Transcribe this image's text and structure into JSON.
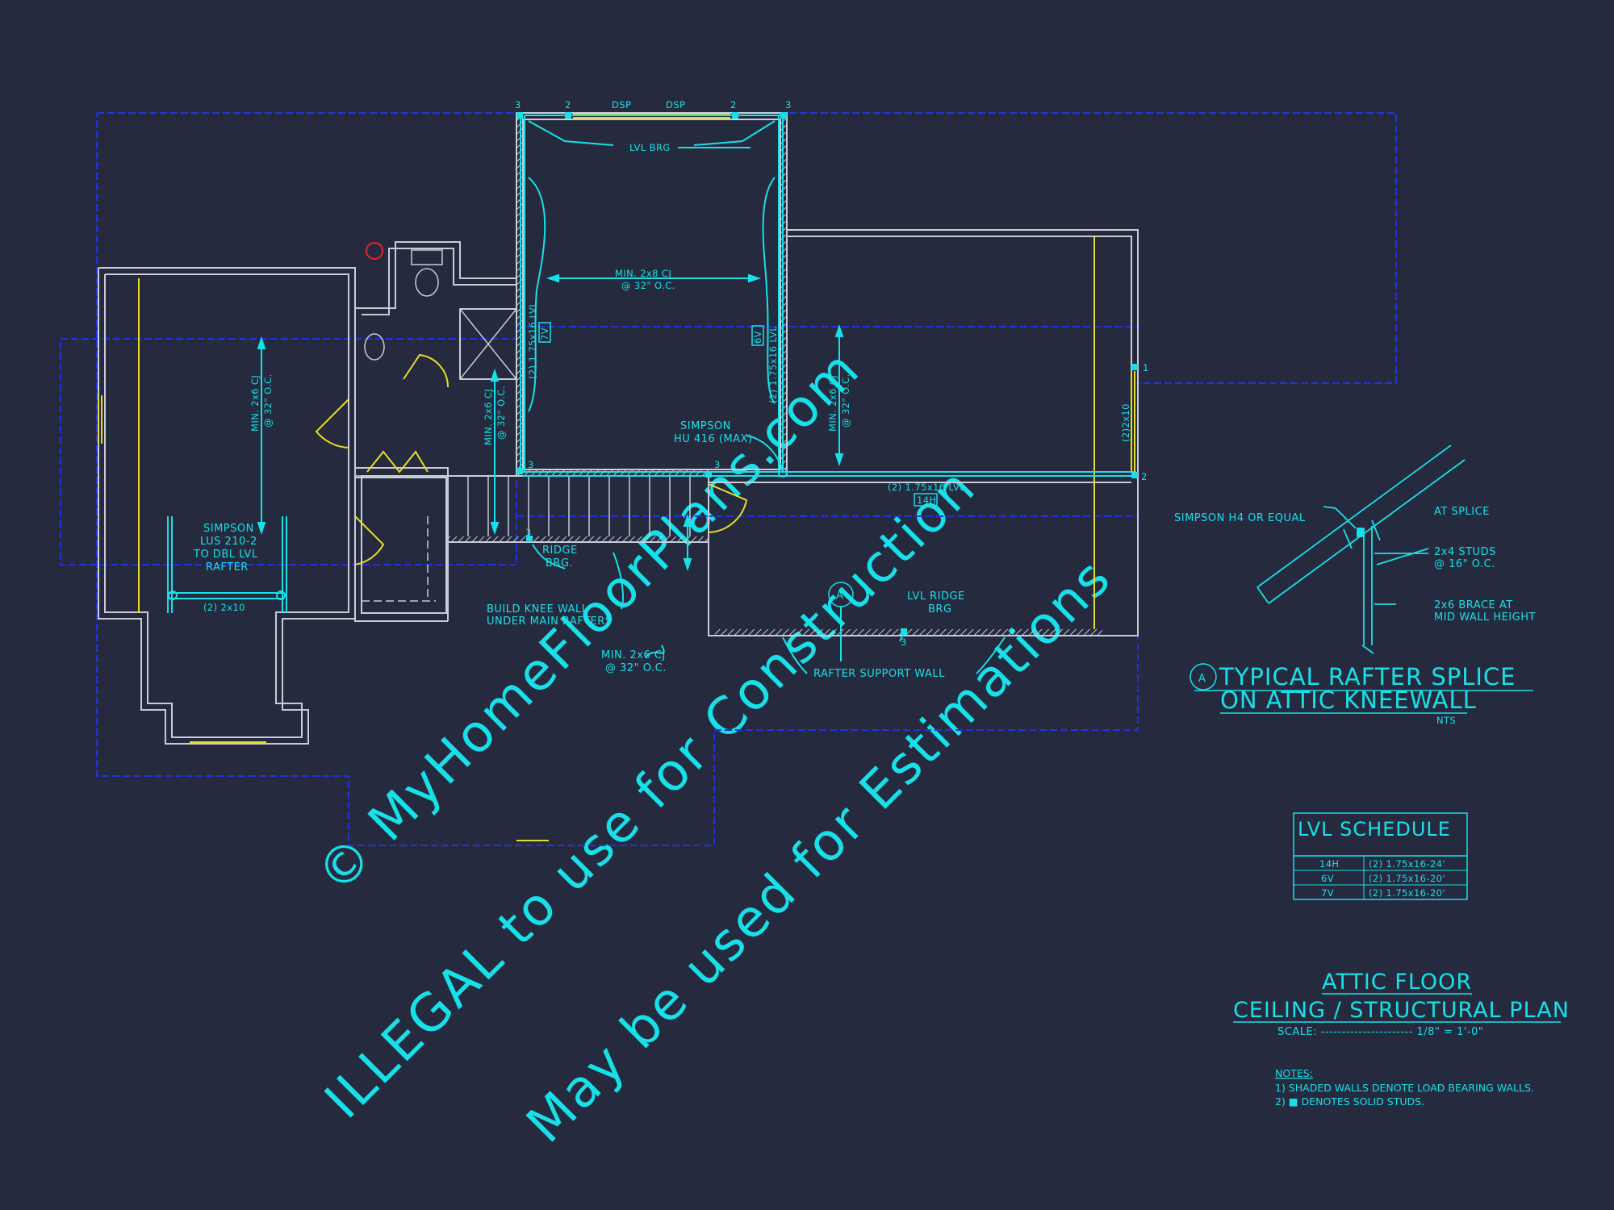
{
  "watermark": {
    "line1": "© MyHomeFloorPlans.com",
    "line2": "ILLEGAL to use for Construction",
    "line3": "May be used for Estimations"
  },
  "colors": {
    "background": "#252a3e",
    "wall": "#c8ccd8",
    "cyan": "#18e0e8",
    "roof_dashed": "#2233dd",
    "yellow": "#e8dc2a",
    "marker_red": "#e02828"
  },
  "labels": {
    "top_left_3": "3",
    "top_2a": "2",
    "top_dsp_a": "DSP",
    "top_dsp_b": "DSP",
    "top_2b": "2",
    "top_right_3": "3",
    "lvl_brg": "LVL BRG",
    "cj_center_a": "MIN. 2x8 CJ",
    "cj_center_b": "@ 32\" O.C.",
    "lvl_left_vertical": "(2) 1.75x16 LVL",
    "tag_7v": "7V",
    "tag_6v": "6V",
    "lvl_right_vertical": "(2) 1.75x16 LVL",
    "cj_left_a": "MIN. 2x6 CJ",
    "cj_left_b": "@ 32\" O.C.",
    "cj_mid_a": "MIN. 2x6 CJ",
    "cj_mid_b": "@ 32\" O.C.",
    "cj_right_a": "MIN. 2x6 CJ",
    "cj_right_b": "@ 32\" O.C.",
    "simpson_hu_a": "SIMPSON",
    "simpson_hu_b": "HU 416 (MAX)",
    "mark_3_stair_left": "3",
    "mark_3_stair_right": "3",
    "lvl_horizontal": "(2) 1.75x16 LVL",
    "tag_14h": "14H",
    "mark_1_right": "1",
    "mark_2_right": "2",
    "header_2x10_right": "(2)2x10",
    "simpson_lus_a": "SIMPSON",
    "simpson_lus_b": "LUS 210-2",
    "simpson_lus_c": "TO DBL LVL",
    "simpson_lus_d": "RAFTER",
    "header_2x10_left": "(2) 2x10",
    "mark_3_ridge": "3",
    "ridge_brg_a": "RIDGE",
    "ridge_brg_b": "BRG.",
    "knee_wall_a": "BUILD KNEE WALL",
    "knee_wall_b": "UNDER MAIN RAFTERS",
    "cj_bottom_a": "MIN. 2x6 CJ",
    "cj_bottom_b": "@ 32\" O.C.",
    "section_marker": "A",
    "lvl_ridge_a": "LVL RIDGE",
    "lvl_ridge_b": "BRG",
    "mark_3_bottom": "3",
    "rafter_support": "RAFTER SUPPORT WALL"
  },
  "detail": {
    "marker": "A",
    "title_line1": "TYPICAL RAFTER SPLICE",
    "title_line2": "ON ATTIC KNEEWALL",
    "nts": "NTS",
    "simpson_h4": "SIMPSON H4 OR EQUAL",
    "at_splice": "AT SPLICE",
    "studs_a": "2x4 STUDS",
    "studs_b": "@ 16\" O.C.",
    "brace_a": "2x6 BRACE AT",
    "brace_b": "MID WALL HEIGHT"
  },
  "schedule": {
    "title": "LVL SCHEDULE",
    "rows": [
      {
        "tag": "14H",
        "desc": "(2) 1.75x16-24'"
      },
      {
        "tag": "6V",
        "desc": "(2) 1.75x16-20'"
      },
      {
        "tag": "7V",
        "desc": "(2) 1.75x16-20'"
      }
    ]
  },
  "title_block": {
    "line1": "ATTIC FLOOR",
    "line2": "CEILING / STRUCTURAL PLAN",
    "scale_label": "SCALE: ---------------------- 1/8\" = 1'-0\""
  },
  "notes": {
    "heading": "NOTES:",
    "line1": "1) SHADED WALLS DENOTE LOAD BEARING WALLS.",
    "line2": "2) ■ DENOTES SOLID STUDS."
  }
}
